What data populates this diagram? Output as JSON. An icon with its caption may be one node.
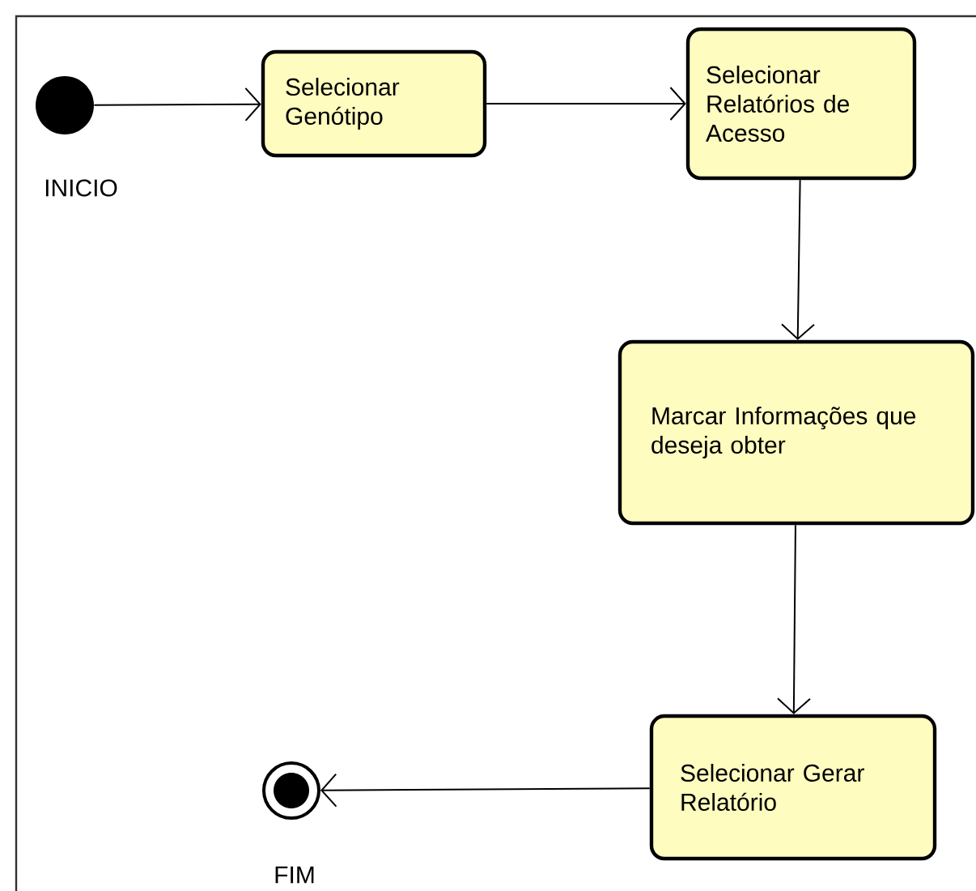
{
  "diagram": {
    "nodes": [
      {
        "text": [],
        "shape": "circle",
        "beside": [
          "INICIO"
        ]
      },
      {
        "text": [
          "Selecionar Genótipo"
        ]
      },
      {
        "text": [
          "Selecionar Relatórios de Acesso"
        ]
      },
      {
        "text": [
          "Marcar Informações que deseja obter"
        ]
      },
      {
        "text": [
          "Selecionar Gerar Relatório"
        ]
      },
      {
        "text": [],
        "shape": "endcircle",
        "beside": [
          "FIM"
        ]
      }
    ],
    "edges": [
      {
        "from": 0,
        "to": 1,
        "arrow": "to"
      },
      {
        "from": 1,
        "to": 2,
        "arrow": "to"
      },
      {
        "from": 2,
        "to": 3,
        "arrow": "to"
      },
      {
        "from": 3,
        "to": 4,
        "arrow": "to"
      },
      {
        "from": 4,
        "to": 5,
        "arrow": "to"
      }
    ]
  }
}
